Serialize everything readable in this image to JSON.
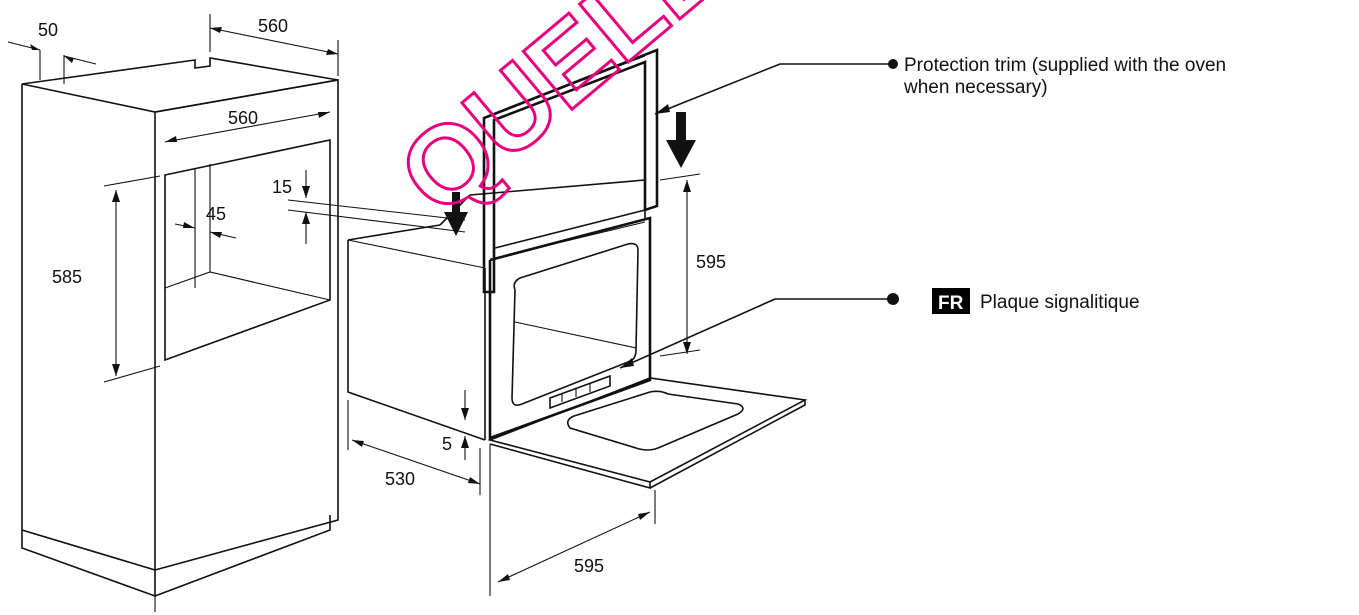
{
  "dimensions": {
    "d50": "50",
    "d560_top": "560",
    "d560_inner": "560",
    "d585": "585",
    "d45": "45",
    "d15": "15",
    "d595_height": "595",
    "d5": "5",
    "d530": "530",
    "d595_width": "595"
  },
  "callouts": {
    "protection_trim_line1": "Protection trim (supplied with the oven",
    "protection_trim_line2": "when necessary)",
    "fr_badge": "FR",
    "plaque": "Plaque signalitique"
  },
  "watermark": {
    "text": "QUELLE",
    "color": "#e6007e"
  },
  "colors": {
    "ink": "#111111",
    "badge_bg": "#000000"
  }
}
